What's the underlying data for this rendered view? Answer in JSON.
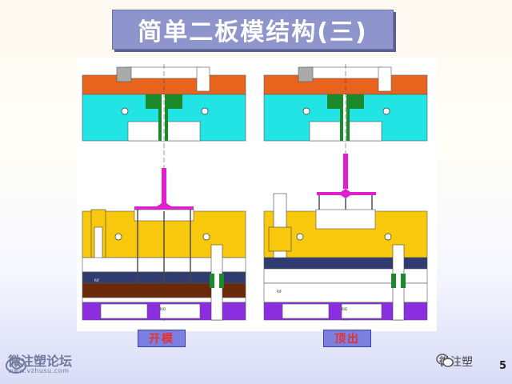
{
  "title": "简单二板模结构(三)",
  "captions": {
    "open": "开模",
    "eject": "顶出"
  },
  "logo": {
    "name": "微注塑论坛",
    "url": "www.vzhusu.com"
  },
  "wechat": {
    "name": "微注塑"
  },
  "page_number": "5",
  "colors": {
    "orange_plate": "#e8641e",
    "cyan_plate": "#22e4e4",
    "yellow_plate": "#f8c80c",
    "navy_plate": "#303c70",
    "brown_plate": "#6a2a0a",
    "purple_plate": "#8a2ee0",
    "runner": "#e020d0",
    "green_part": "#1a8a2a",
    "caption_bg": "#7a7fe0"
  },
  "diagram_labels": {
    "small_left": "R/F",
    "small_right": "R/F",
    "base_mark": "R/D"
  }
}
